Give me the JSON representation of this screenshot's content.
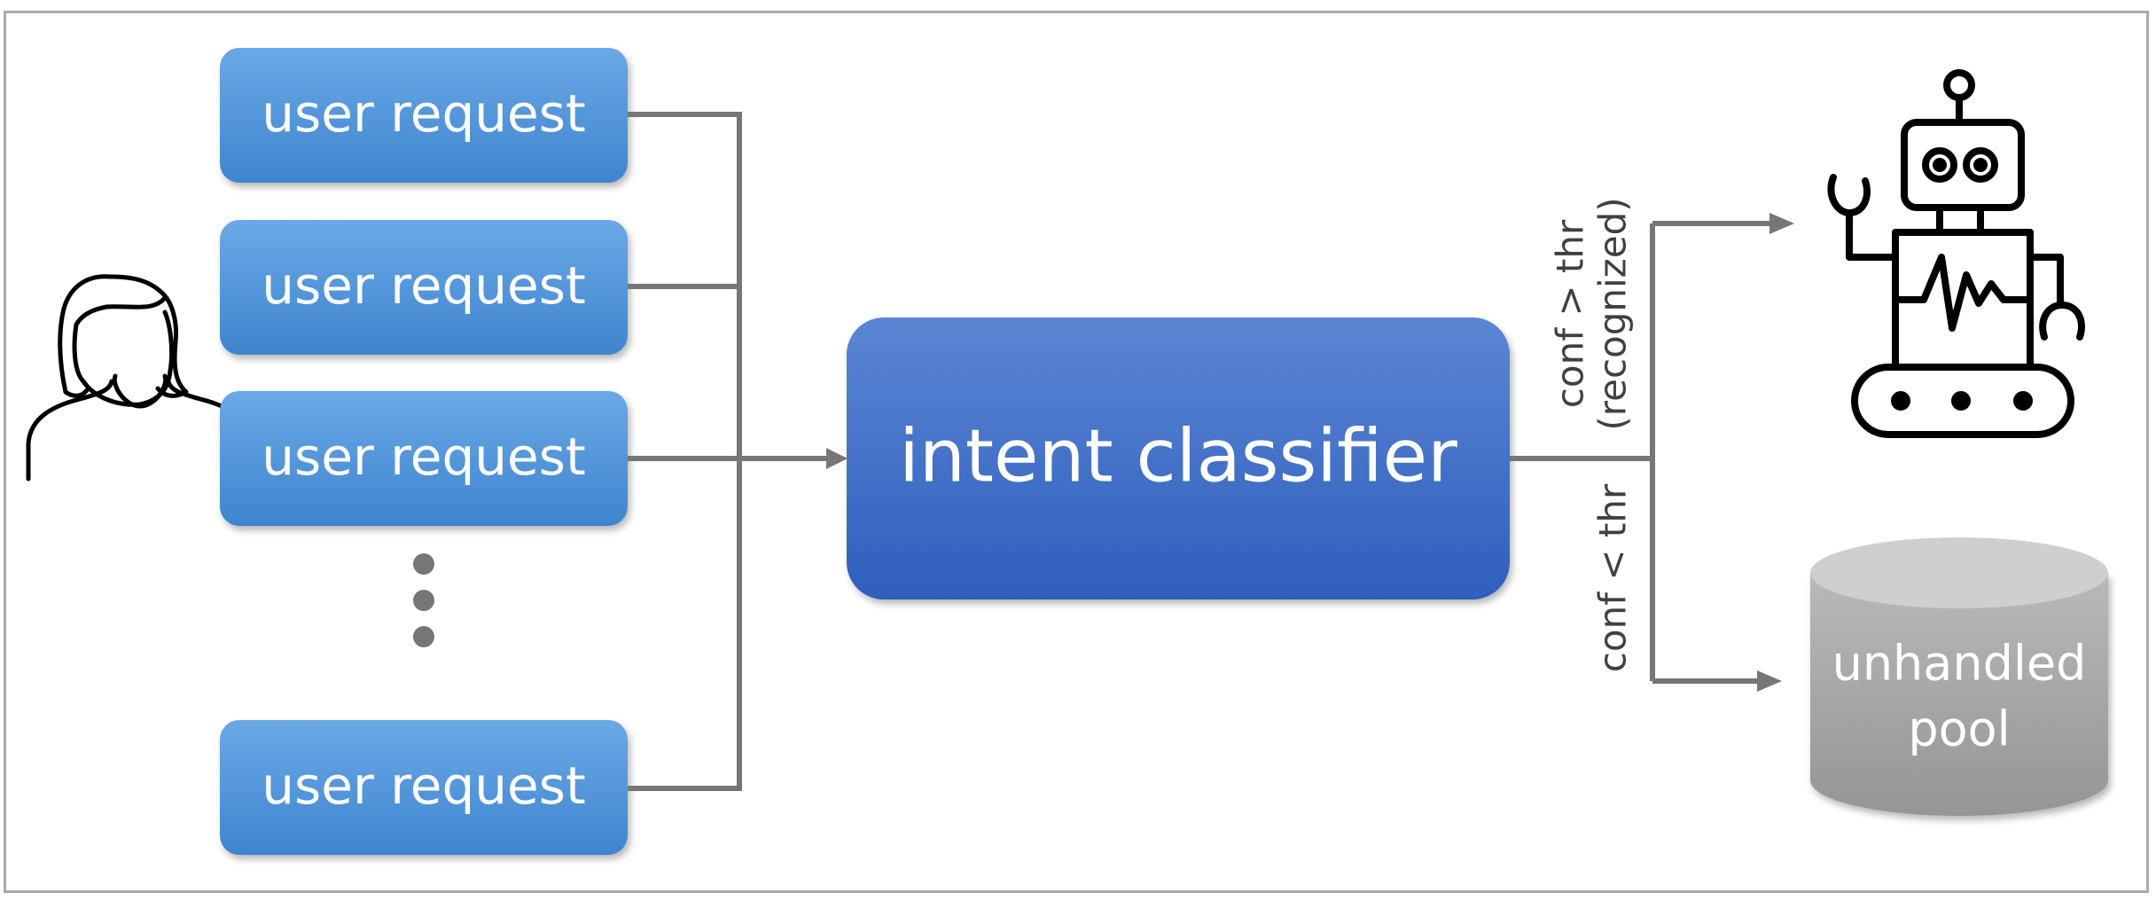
{
  "requests": [
    {
      "label": "user request"
    },
    {
      "label": "user request"
    },
    {
      "label": "user request"
    },
    {
      "label": "user request"
    }
  ],
  "classifier": {
    "label": "intent classifier"
  },
  "branches": {
    "upper": {
      "line1": "conf > thr",
      "line2": "(recognized)"
    },
    "lower": {
      "label": "conf < thr"
    }
  },
  "pool": {
    "line1": "unhandled",
    "line2": "pool"
  },
  "icons": [
    "user-icon",
    "ellipsis-icon",
    "robot-icon",
    "database-cylinder-icon"
  ],
  "colors": {
    "request_box": "#4a90d6",
    "classifier_box": "#3a68c4",
    "connector": "#767676",
    "pool": "#a8a8a8",
    "icon_stroke": "#000000"
  }
}
